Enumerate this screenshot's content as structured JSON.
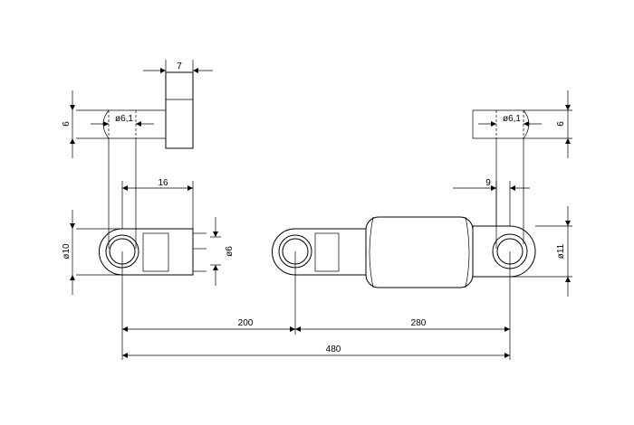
{
  "dimensions": {
    "top_rod_width": "7",
    "left_rod_end_thickness": "6",
    "left_bore_diameter": "ø6,1",
    "left_eye_height": "ø10",
    "left_eye_length": "16",
    "left_rod_diameter": "ø6",
    "right_rod_end_thickness": "6",
    "right_bore_diameter": "ø6,1",
    "right_eye_length": "9",
    "right_eye_height": "ø11",
    "extended_offset": "200",
    "compressed_length": "280",
    "overall_length": "480"
  }
}
